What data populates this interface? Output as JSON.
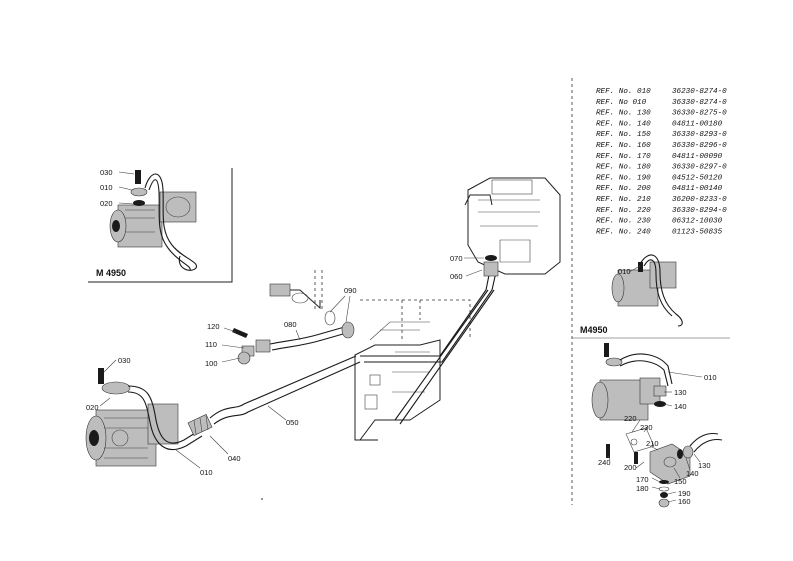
{
  "refs": [
    {
      "ref": "REF. No. 010",
      "part": "36230-8274-0"
    },
    {
      "ref": "REF. No 010",
      "part": "36330-8274-0"
    },
    {
      "ref": "REF. No. 130",
      "part": "36330-8275-0"
    },
    {
      "ref": "REF. No. 140",
      "part": "04811-00180"
    },
    {
      "ref": "REF. No. 150",
      "part": "36330-8293-0"
    },
    {
      "ref": "REF. No. 160",
      "part": "36330-8296-0"
    },
    {
      "ref": "REF. No. 170",
      "part": "04811-00090"
    },
    {
      "ref": "REF. No. 180",
      "part": "36330-8297-0"
    },
    {
      "ref": "REF. No. 190",
      "part": "04512-50120"
    },
    {
      "ref": "REF. No. 200",
      "part": "04811-00140"
    },
    {
      "ref": "REF. No. 210",
      "part": "36200-8233-0"
    },
    {
      "ref": "REF. No. 220",
      "part": "36330-8294-0"
    },
    {
      "ref": "REF. No. 230",
      "part": "06312-10030"
    },
    {
      "ref": "REF. No. 240",
      "part": "01123-50835"
    }
  ],
  "inset_tl": {
    "model": "M 4950",
    "labels": [
      "030",
      "010",
      "020"
    ]
  },
  "inset_tr": {
    "model": "M4950",
    "labels": [
      "010"
    ]
  },
  "inset_br": {
    "labels": [
      "010",
      "130",
      "140",
      "220",
      "230",
      "210",
      "200",
      "240",
      "150",
      "170",
      "180",
      "190",
      "160",
      "140",
      "130"
    ]
  },
  "main": {
    "labels": [
      "030",
      "020",
      "010",
      "040",
      "050",
      "060",
      "070",
      "080",
      "090",
      "100",
      "110",
      "120"
    ]
  }
}
